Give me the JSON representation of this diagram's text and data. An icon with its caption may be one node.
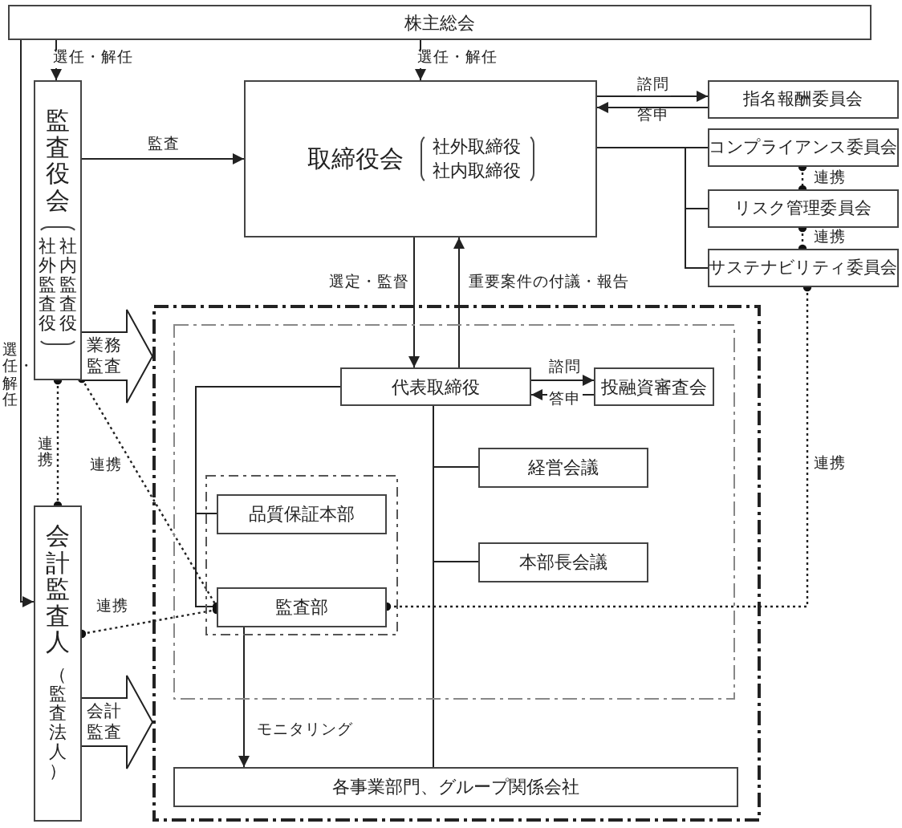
{
  "diagram": {
    "nodes": [
      {
        "text": [
          "株主総会"
        ]
      },
      {
        "text": [
          "監査役会",
          "社外監査役",
          "社内監査役"
        ]
      },
      {
        "text": [
          "取締役会",
          "社外取締役",
          "社内取締役"
        ]
      },
      {
        "text": [
          "指名報酬委員会"
        ]
      },
      {
        "text": [
          "コンプライアンス委員会"
        ]
      },
      {
        "text": [
          "リスク管理委員会"
        ]
      },
      {
        "text": [
          "サステナビリティ委員会"
        ]
      },
      {
        "text": [],
        "shape": "box"
      },
      {
        "text": [],
        "shape": "box",
        "in": 7
      },
      {
        "text": [
          "代表取締役"
        ],
        "in": 8
      },
      {
        "text": [
          "投融資審査会"
        ],
        "in": 8
      },
      {
        "text": [
          "経営会議"
        ],
        "in": 8
      },
      {
        "text": [
          "本部長会議"
        ],
        "in": 8
      },
      {
        "text": [],
        "shape": "box",
        "in": 8
      },
      {
        "text": [
          "品質保証本部"
        ],
        "in": 13
      },
      {
        "text": [
          "監査部"
        ],
        "in": 13
      },
      {
        "text": [
          "各事業部門、グループ関係会社"
        ],
        "in": 7
      },
      {
        "text": [
          "会計監査人",
          "（監査法人）"
        ]
      }
    ],
    "edges": [
      {
        "from": 0,
        "to": 1,
        "arrow": "to",
        "label": "選任・解任"
      },
      {
        "from": 0,
        "to": 2,
        "arrow": "to",
        "label": "選任・解任"
      },
      {
        "from": 0,
        "to": 17,
        "arrow": "to",
        "label": "選任・解任"
      },
      {
        "from": 1,
        "to": 2,
        "arrow": "to",
        "label": "監査"
      },
      {
        "from": 2,
        "to": 3,
        "arrow": "to",
        "label": "諮問"
      },
      {
        "from": 3,
        "to": 2,
        "arrow": "to",
        "label": "答申"
      },
      {
        "from": 2,
        "to": 4,
        "arrow": "none"
      },
      {
        "from": 2,
        "to": 5,
        "arrow": "none"
      },
      {
        "from": 2,
        "to": 6,
        "arrow": "none"
      },
      {
        "from": 4,
        "to": 5,
        "arrow": "other",
        "style": "dashed",
        "label": "連携"
      },
      {
        "from": 5,
        "to": 6,
        "arrow": "other",
        "style": "dashed",
        "label": "連携"
      },
      {
        "from": 6,
        "to": 15,
        "arrow": "other",
        "style": "dashed",
        "label": "連携"
      },
      {
        "from": 2,
        "to": 9,
        "arrow": "to",
        "label": "選定・監督"
      },
      {
        "from": 9,
        "to": 2,
        "arrow": "to",
        "label": "重要案件の付議・報告"
      },
      {
        "from": 9,
        "to": 10,
        "arrow": "to",
        "label": "諮問"
      },
      {
        "from": 10,
        "to": 9,
        "arrow": "to",
        "label": "答申"
      },
      {
        "from": 9,
        "to": 11,
        "arrow": "none"
      },
      {
        "from": 9,
        "to": 12,
        "arrow": "none"
      },
      {
        "from": 9,
        "to": 16,
        "arrow": "none"
      },
      {
        "from": 9,
        "to": 14,
        "arrow": "none"
      },
      {
        "from": 9,
        "to": 15,
        "arrow": "none"
      },
      {
        "from": 15,
        "to": 16,
        "arrow": "to",
        "label": "モニタリング"
      },
      {
        "from": 1,
        "to": 15,
        "arrow": "other",
        "style": "dashed",
        "label": "連携"
      },
      {
        "from": 1,
        "to": 17,
        "arrow": "other",
        "style": "dashed",
        "label": "連携"
      },
      {
        "from": 17,
        "to": 15,
        "arrow": "other",
        "style": "dashed",
        "label": "連携"
      },
      {
        "from": 1,
        "to": 7,
        "arrow": "to",
        "style": "thick",
        "label": "業務監査"
      },
      {
        "from": 17,
        "to": 7,
        "arrow": "to",
        "style": "thick",
        "label": "会計監査"
      }
    ]
  }
}
